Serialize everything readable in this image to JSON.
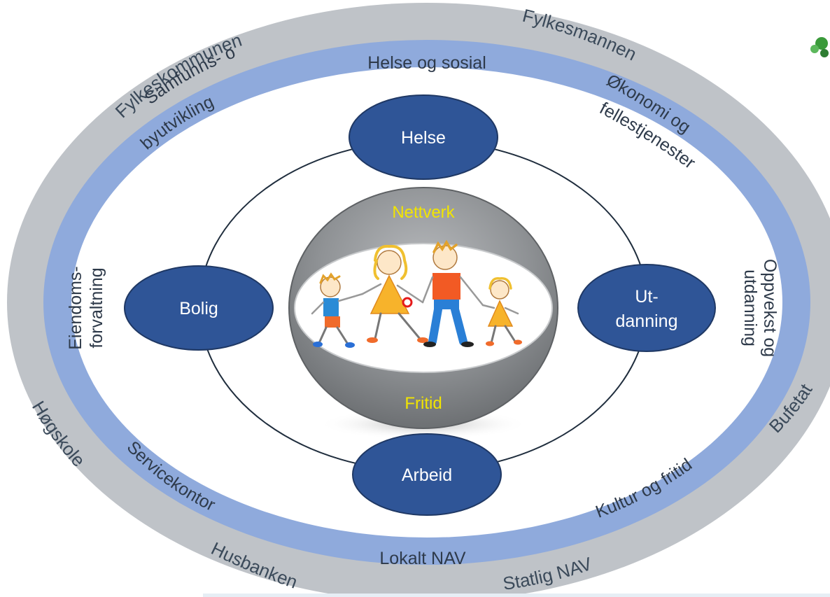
{
  "outer_ring": {
    "fylkeskommunen": "Fylkeskommunen",
    "fylkesmannen": "Fylkesmannen",
    "bufetat": "Bufetat",
    "statlig_nav": "Statlig NAV",
    "husbanken": "Husbanken",
    "hogskole": "Høgskole"
  },
  "middle_ring": {
    "helse_og_sosial": "Helse og sosial",
    "samfunns_line1": "Samfunns- og",
    "samfunns_line2": "byutvikling",
    "okonomi_line1": "Økonomi og",
    "okonomi_line2": "fellestjenester",
    "oppvekst_line1": "Oppvekst og",
    "oppvekst_line2": "utdanning",
    "eiendom_line1": "Eiendoms-",
    "eiendom_line2": "forvaltning",
    "servicekontor": "Servicekontor",
    "kultur_og_fritid": "Kultur og fritid",
    "lokalt_nav": "Lokalt NAV"
  },
  "nodes": {
    "helse": "Helse",
    "bolig": "Bolig",
    "utdanning_line1": "Ut-",
    "utdanning_line2": "danning",
    "arbeid": "Arbeid"
  },
  "center": {
    "nettverk": "Nettverk",
    "fritid": "Fritid"
  },
  "colors": {
    "outer_ring": "#bfc3c8",
    "middle_ring": "#8faadc",
    "node_fill": "#2f5597",
    "label_yellow": "#f2e500",
    "sphere": "#8a8d90"
  }
}
